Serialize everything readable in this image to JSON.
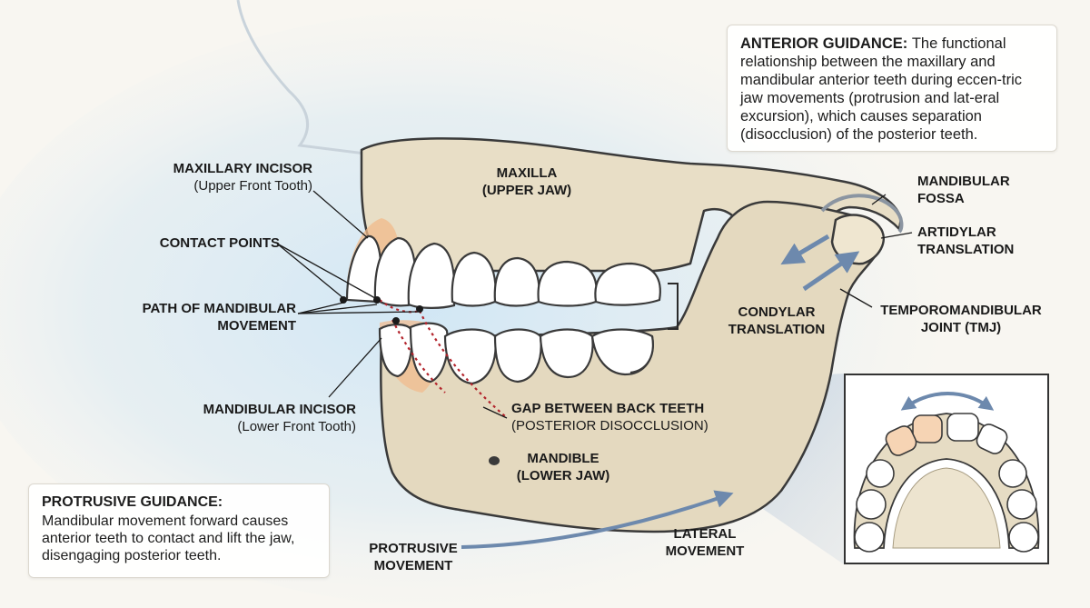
{
  "info_boxes": {
    "anterior_title": "ANTERIOR GUIDANCE:",
    "anterior_text": "The functional relationship between the maxillary and mandibular anterior teeth during eccen-tric jaw movements (protrusion and lat-eral excursion), which causes separation (disocclusion) of the posterior teeth.",
    "protrusive_title": "PROTRUSIVE GUIDANCE:",
    "protrusive_text": "Mandibular movement forward causes anterior teeth to contact and lift the jaw, disengaging posterior teeth."
  },
  "labels": {
    "maxillary_incisor": "MAXILLARY INCISOR",
    "maxillary_incisor_sub": "(Upper Front Tooth)",
    "contact_points": "CONTACT POINTS",
    "path_line1": "PATH OF MANDIBULAR",
    "path_line2": "MOVEMENT",
    "mandibular_incisor": "MANDIBULAR INCISOR",
    "mandibular_incisor_sub": "(Lower Front Tooth)",
    "maxilla_line1": "MAXILLA",
    "maxilla_line2": "(UPPER JAW)",
    "gap_line1": "GAP BETWEEN BACK TEETH",
    "gap_line2": "(POSTERIOR DISOCCLUSION)",
    "mandible_line1": "MANDIBLE",
    "mandible_line2": "(LOWER JAW)",
    "protrusive_line1": "PROTRUSIVE",
    "protrusive_line2": "MOVEMENT",
    "lateral_line1": "LATERAL",
    "lateral_line2": "MOVEMENT",
    "condylar_line1": "CONDYLAR",
    "condylar_line2": "TRANSLATION",
    "fossa_line1": "MANDIBULAR",
    "fossa_line2": "FOSSA",
    "artidylar_line1": "ARTIDYLAR",
    "artidylar_line2": "TRANSLATION",
    "tmj_line1": "TEMPOROMANDIBULAR",
    "tmj_line2": "JOINT (TMJ)"
  },
  "colors": {
    "bone": "#e6dcc4",
    "bone_stroke": "#3a3a3a",
    "tooth": "#ffffff",
    "highlight": "#f2b98a",
    "path_dotted": "#b3242c",
    "arrow": "#6d89ad",
    "glow": "#bcdcf0"
  }
}
